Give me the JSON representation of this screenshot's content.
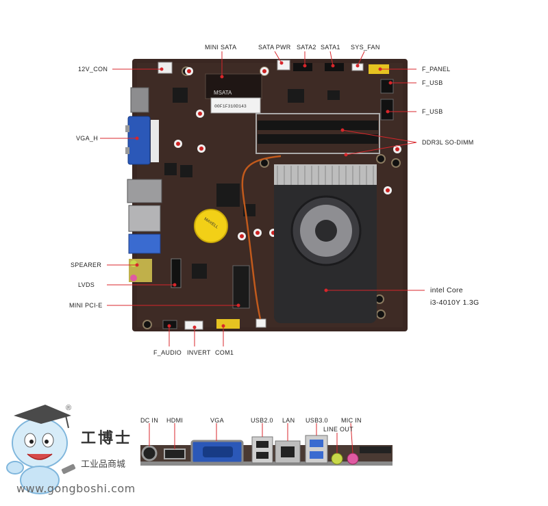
{
  "board_labels": {
    "top": [
      "MINI SATA",
      "SATA PWR",
      "SATA2",
      "SATA1",
      "SYS_FAN"
    ],
    "left": [
      "12V_CON",
      "VGA_H",
      "SPEARER",
      "LVDS",
      "MINI PCI-E"
    ],
    "right": [
      "F_PANEL",
      "F_USB",
      "F_USB",
      "DDR3L SO-DIMM"
    ],
    "bottom": [
      "F_AUDIO",
      "INVERT",
      "COM1"
    ],
    "cpu_line1": "intel Core",
    "cpu_line2": "i3-4010Y 1.3G",
    "chip_label": "MSATA",
    "chip_code": "00F1F310D143",
    "battery_text": "MAXELL"
  },
  "io_labels": [
    "DC IN",
    "HDMI",
    "VGA",
    "USB2.0",
    "LAN",
    "USB3.0",
    "LINE OUT",
    "MIC IN"
  ],
  "brand": {
    "registered": "®",
    "title": "工博士",
    "subtitle": "工业品商城",
    "url": "www.gongboshi.com"
  },
  "colors": {
    "pcb": "#3a2722",
    "heatsink": "#2b2b2d",
    "label_line": "#d8262b",
    "battery": "#f2d017",
    "vga_port": "#2b58b8"
  }
}
